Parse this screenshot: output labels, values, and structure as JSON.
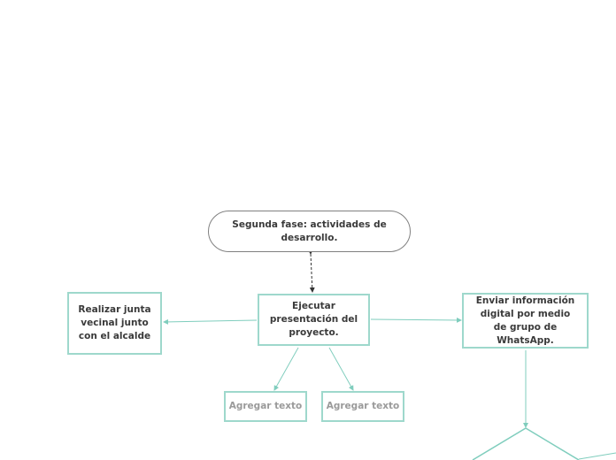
{
  "diagram": {
    "colors": {
      "teal_border": "#9ed8cc",
      "teal_line": "#7fcdbd",
      "dark_line": "#333333",
      "pill_border": "#808080",
      "text": "#3a3a3a",
      "placeholder_text": "#9a9a9a"
    },
    "nodes": {
      "phase": {
        "label": "Segunda fase: actividades de desarrollo."
      },
      "execute": {
        "label": "Ejecutar presentación del proyecto."
      },
      "meeting": {
        "label": "Realizar junta vecinal junto con el alcalde"
      },
      "whatsapp": {
        "label": "Enviar información digital por medio de grupo de WhatsApp."
      },
      "add_text_1": {
        "label": "Agregar texto"
      },
      "add_text_2": {
        "label": "Agregar texto"
      }
    }
  }
}
